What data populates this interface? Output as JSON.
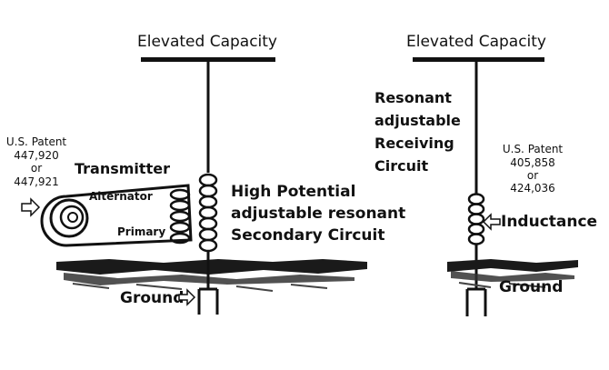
{
  "left": {
    "capacity_label": "Elevated Capacity",
    "patent_lines": [
      "U.S. Patent",
      "447,920",
      "or",
      "447,921"
    ],
    "transmitter_label": "Transmitter",
    "alternator_label": "Alternator",
    "primary_label": "Primary",
    "secondary_lines": [
      "High Potential",
      "adjustable resonant",
      "Secondary Circuit"
    ],
    "ground_label": "Ground"
  },
  "right": {
    "capacity_label": "Elevated Capacity",
    "receiving_lines": [
      "Resonant",
      "adjustable",
      "Receiving",
      "Circuit"
    ],
    "patent_lines": [
      "U.S. Patent",
      "405,858",
      "or",
      "424,036"
    ],
    "inductance_label": "Inductance",
    "ground_label": "Ground"
  }
}
